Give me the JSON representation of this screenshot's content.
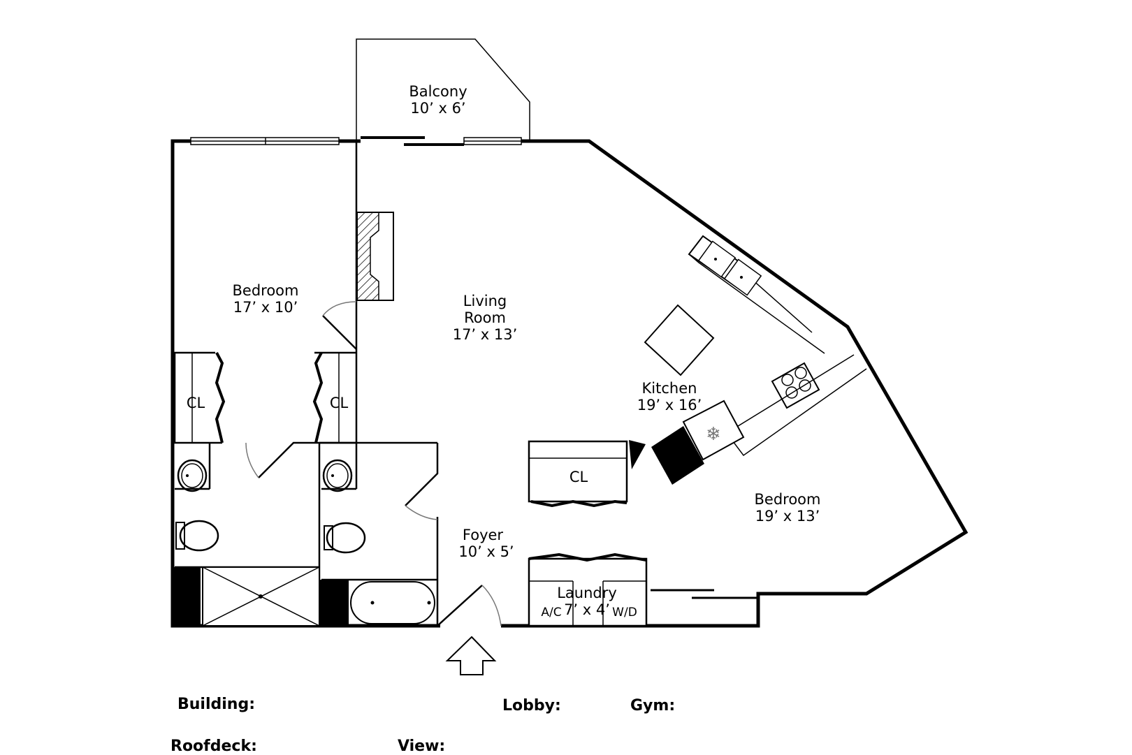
{
  "rooms": {
    "balcony": {
      "name": "Balcony",
      "size": "10’ x 6’"
    },
    "bedroom_left": {
      "name": "Bedroom",
      "size": "17’ x 10’"
    },
    "living_room": {
      "name_line1": "Living",
      "name_line2": "Room",
      "size": "17’ x 13’"
    },
    "kitchen": {
      "name": "Kitchen",
      "size": "19’ x 16’"
    },
    "bedroom_right": {
      "name": "Bedroom",
      "size": "19’ x 13’"
    },
    "foyer": {
      "name": "Foyer",
      "size": "10’ x 5’"
    },
    "laundry": {
      "name": "Laundry",
      "size": "7’ x 4’"
    }
  },
  "fixtures": {
    "closet_left": "CL",
    "closet_mid": "CL",
    "closet_hall": "CL",
    "ac": "A/C",
    "washer_dryer": "W/D"
  },
  "info_labels": {
    "building": "Building:",
    "lobby": "Lobby:",
    "gym": "Gym:",
    "roofdeck": "Roofdeck:",
    "view": "View:"
  }
}
